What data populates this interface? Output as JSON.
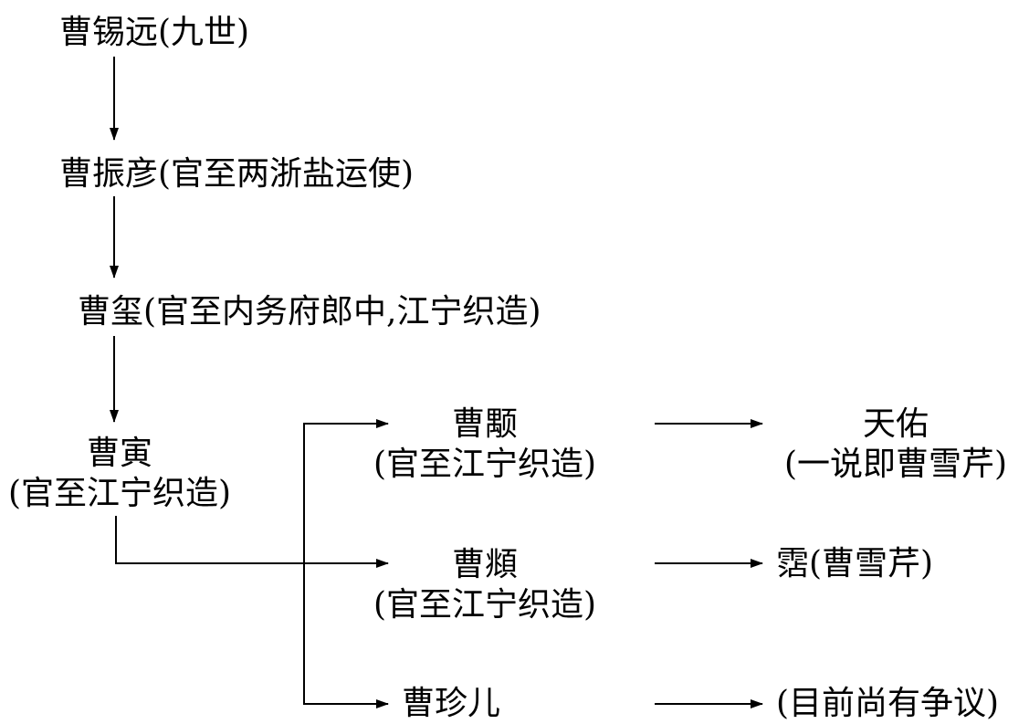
{
  "nodes": {
    "gen9": "曹锡远(九世)",
    "zhenyan": "曹振彦(官至两浙盐运使)",
    "xi": "曹玺(官至内务府郎中,江宁织造)",
    "yin": {
      "name": "曹寅",
      "title": "(官至江宁织造)"
    },
    "yong": {
      "name": "曹颙",
      "title": "(官至江宁织造)"
    },
    "fu": {
      "name": "曹頫",
      "title": "(官至江宁织造)"
    },
    "zhener": "曹珍儿",
    "tianyou": {
      "name": "天佑",
      "note": "(一说即曹雪芹)"
    },
    "zhan": "霑(曹雪芹)",
    "disputed": "(目前尚有争议)"
  },
  "colors": {
    "ink": "#000000",
    "background": "#ffffff"
  }
}
